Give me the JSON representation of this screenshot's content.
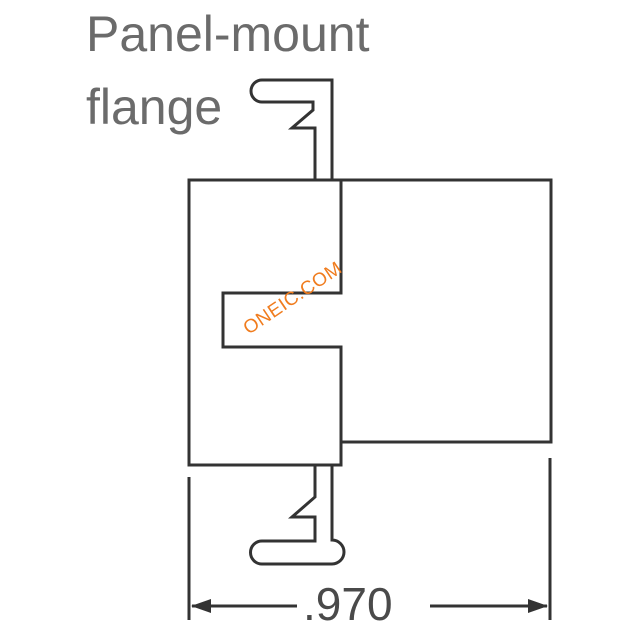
{
  "callout": {
    "line1": "Panel-mount",
    "line2": "flange"
  },
  "dimension": {
    "value": ".970"
  },
  "watermark": {
    "text": "ONEIC.COM"
  },
  "colors": {
    "stroke": "#333333",
    "label": "#6b6b6b",
    "watermark": "#f07c1e"
  }
}
